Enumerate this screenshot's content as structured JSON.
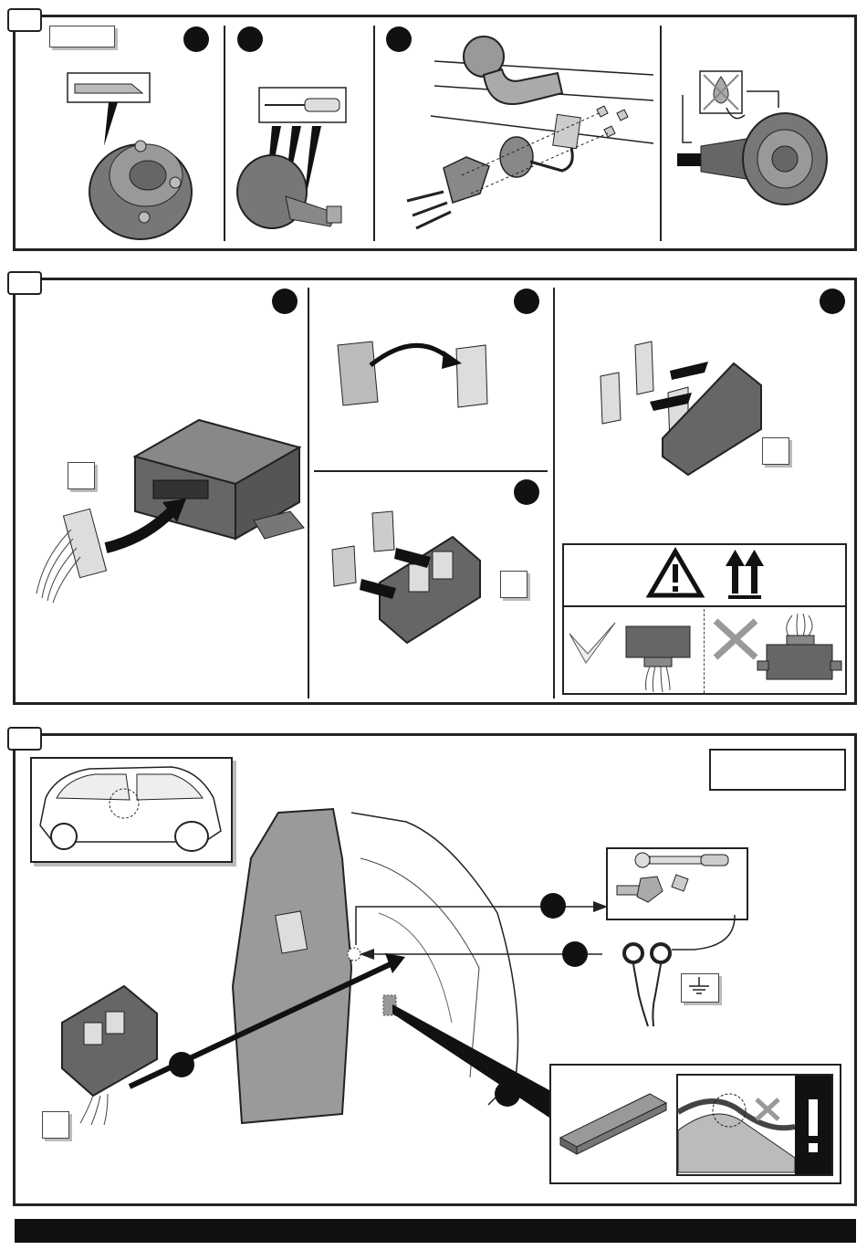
{
  "sections": [
    {
      "id": "section-1",
      "panels": [
        "seal-knife",
        "seal-screwdriver",
        "towbar-socket-mount",
        "water-seal-check"
      ]
    },
    {
      "id": "section-2",
      "panels": [
        "connector-plug-in",
        "tape-peel",
        "tape-apply",
        "tape-peel-module",
        "orientation-warning"
      ]
    },
    {
      "id": "section-3",
      "panels": [
        "vehicle-location",
        "interior-mounting",
        "ground-tools",
        "ground-cable",
        "cleaning-pad",
        "cable-chafe-warning"
      ]
    }
  ],
  "icons": {
    "warning": "warning-triangle-icon",
    "this_side_up": "up-arrows-icon",
    "ok": "check-mark-icon",
    "not_ok": "cross-mark-icon",
    "ground": "ground-symbol-icon",
    "attention": "exclamation-icon"
  },
  "colors": {
    "line": "#222222",
    "part_fill": "#6e6e6e",
    "panel_fill": "#9a9a9a",
    "background": "#ffffff"
  }
}
